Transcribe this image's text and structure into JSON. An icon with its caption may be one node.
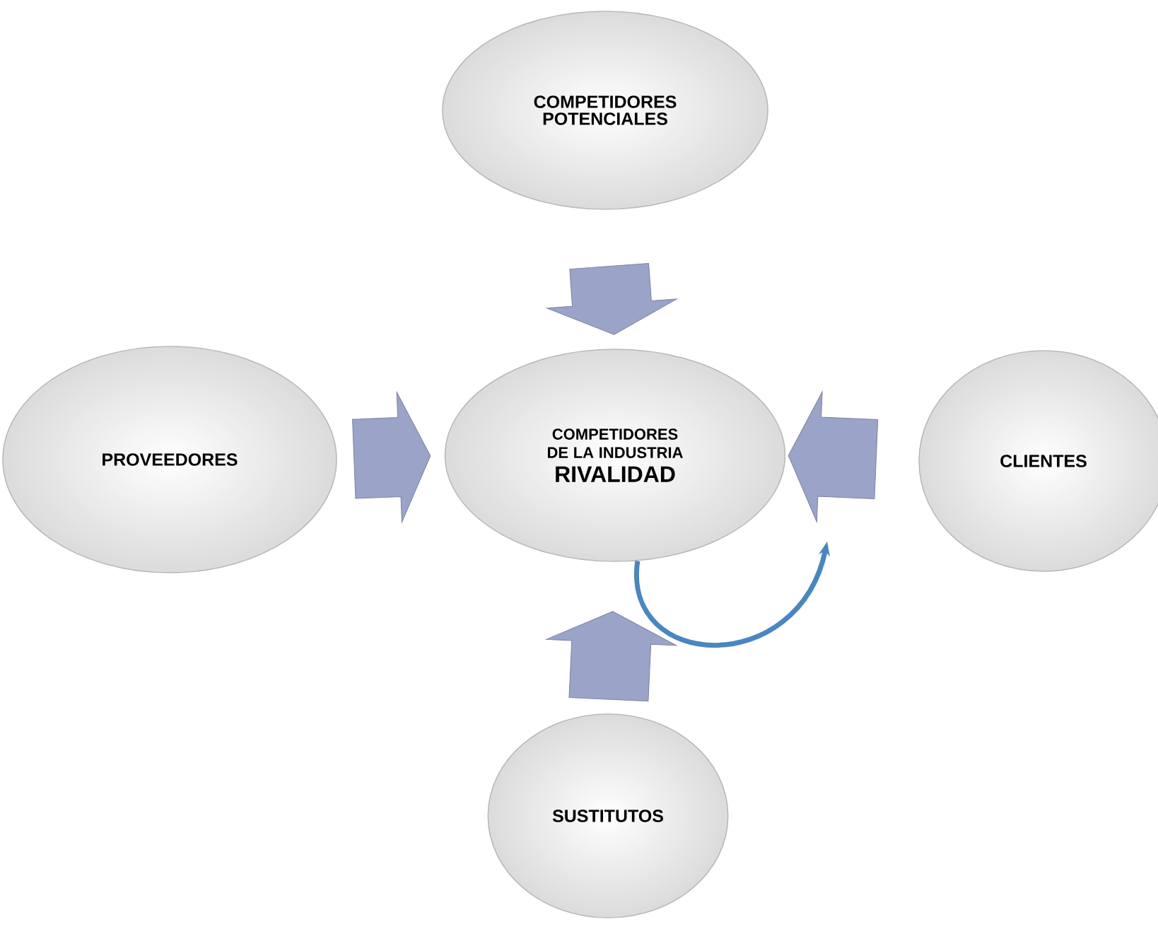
{
  "diagram": {
    "nodes": [
      {
        "text": [
          "COMPETIDORES POTENCIALES"
        ]
      },
      {
        "text": [
          "PROVEEDORES"
        ]
      },
      {
        "text": [
          "COMPETIDORES DE LA INDUSTRIA",
          "RIVALIDAD"
        ]
      },
      {
        "text": [
          "CLIENTES"
        ]
      },
      {
        "text": [
          "SUSTITUTOS"
        ]
      }
    ],
    "edges": [
      {
        "from": 0,
        "to": 2,
        "arrow": "to"
      },
      {
        "from": 1,
        "to": 2,
        "arrow": "to"
      },
      {
        "from": 3,
        "to": 2,
        "arrow": "to"
      },
      {
        "from": 4,
        "to": 2,
        "arrow": "to"
      },
      {
        "from": 2,
        "to": null,
        "arrow": "to",
        "color": "#4a86c0"
      }
    ]
  }
}
